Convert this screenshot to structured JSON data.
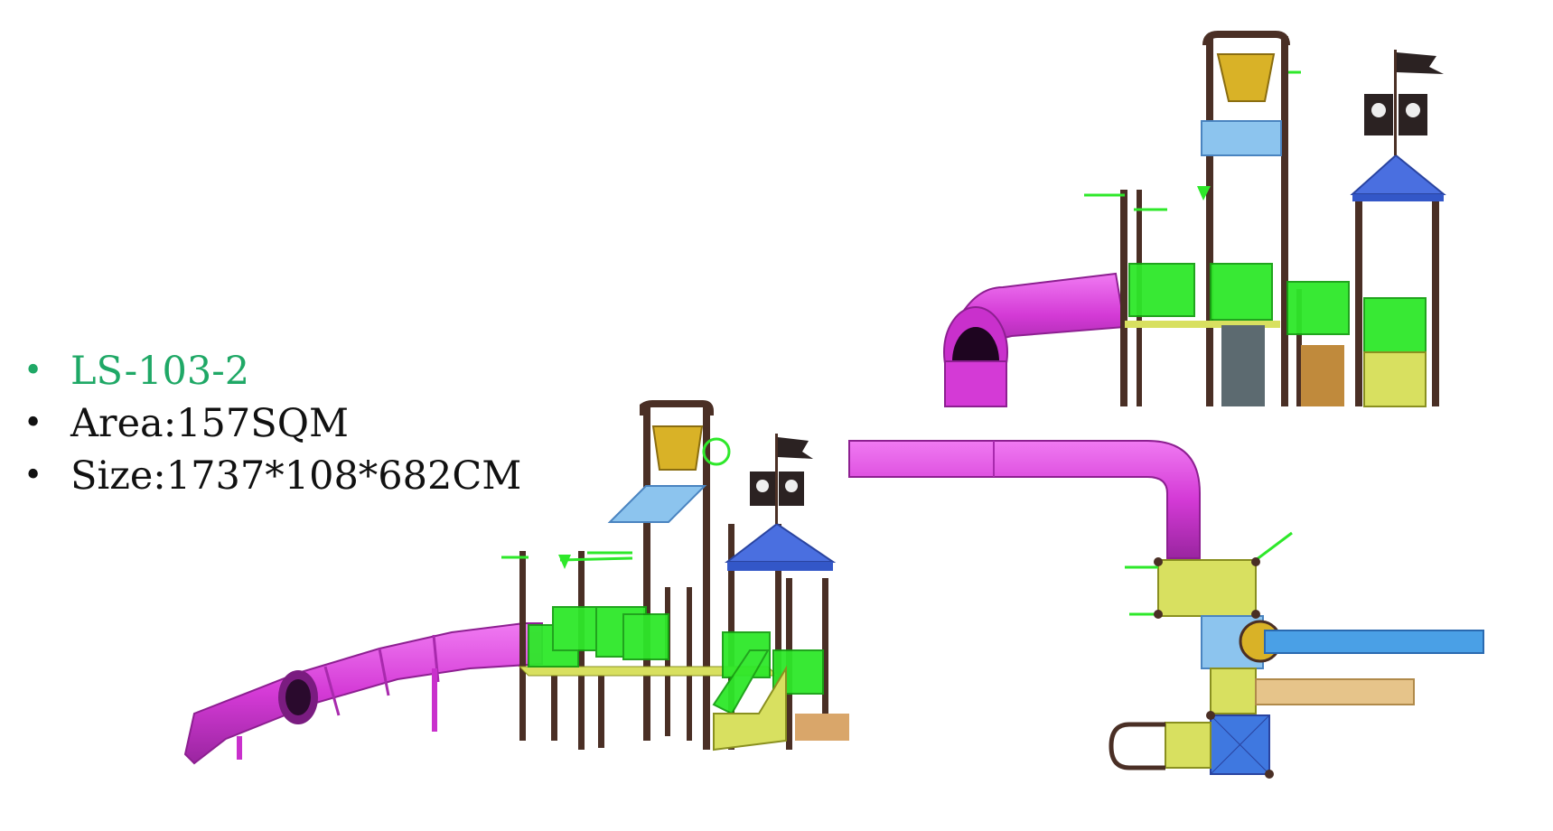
{
  "specs": [
    {
      "text": "LS-103-2",
      "accent": "#1fa866"
    },
    {
      "text": "Area:157SQM"
    },
    {
      "text": "Size:1737*108*682CM"
    }
  ],
  "colors": {
    "slide": "#d43ad6",
    "slide_dark": "#8d1f91",
    "post": "#4a2f25",
    "panel_green": "#2ee82a",
    "roof_blue": "#4a6fe0",
    "roof_light": "#8cc4ee",
    "bucket": "#d9b227",
    "deck_yellow": "#d8e060",
    "flag": "#2b2222"
  },
  "images": [
    "water-playground-perspective-view",
    "water-playground-front-view",
    "water-playground-top-view"
  ]
}
